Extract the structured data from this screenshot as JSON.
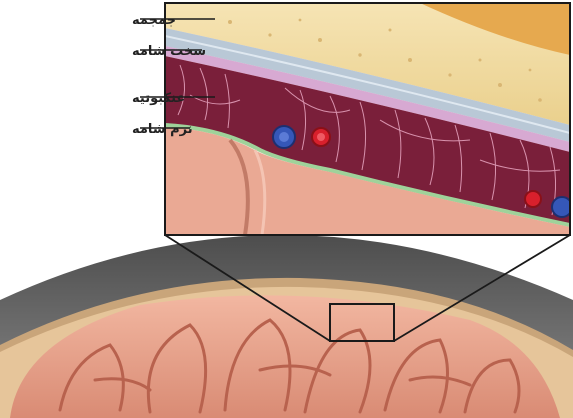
{
  "labels": {
    "skull": "جمجمه",
    "dura_mater": "سخت شامه",
    "arachnoid": "عنکبوتیه",
    "pia_mater": "نرم شامه"
  },
  "colors": {
    "skull_bone": "#f1dca5",
    "skull_outer": "#e9b25a",
    "dura": "#b9c8d6",
    "arachnoid_band": "#c995c4",
    "subarachnoid_space": "#7a1f3a",
    "pia": "#9fd29a",
    "brain_tissue": "#e8a58e",
    "vein": "#3557b8",
    "artery": "#d8202c",
    "outer_skull_ring": "#6f6f6f"
  }
}
